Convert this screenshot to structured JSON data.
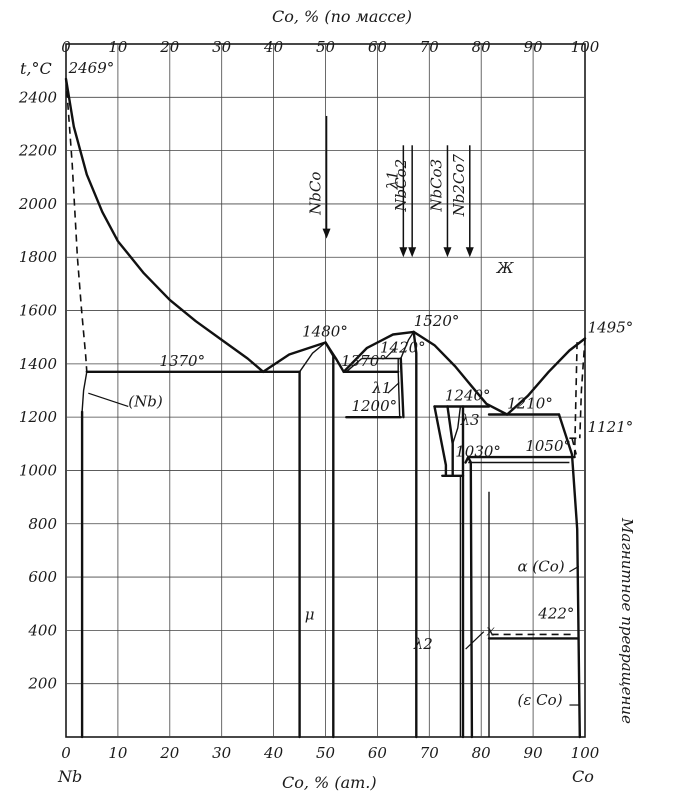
{
  "top_axis": {
    "title": "Co, % (по массе)",
    "ticks": [
      {
        "v": 0,
        "label": "0"
      },
      {
        "v": 10,
        "label": "10"
      },
      {
        "v": 20,
        "label": "20"
      },
      {
        "v": 30,
        "label": "30"
      },
      {
        "v": 40,
        "label": "40"
      },
      {
        "v": 50,
        "label": "50"
      },
      {
        "v": 60,
        "label": "60"
      },
      {
        "v": 70,
        "label": "70"
      },
      {
        "v": 80,
        "label": "80"
      },
      {
        "v": 90,
        "label": "90"
      },
      {
        "v": 100,
        "label": "100"
      }
    ]
  },
  "bottom_axis": {
    "title": "Co, % (ат.)",
    "ticks": [
      {
        "v": 0,
        "label": "0"
      },
      {
        "v": 10,
        "label": "10"
      },
      {
        "v": 20,
        "label": "20"
      },
      {
        "v": 30,
        "label": "30"
      },
      {
        "v": 40,
        "label": "40"
      },
      {
        "v": 50,
        "label": "50"
      },
      {
        "v": 60,
        "label": "60"
      },
      {
        "v": 70,
        "label": "70"
      },
      {
        "v": 80,
        "label": "80"
      },
      {
        "v": 90,
        "label": "90"
      },
      {
        "v": 100,
        "label": "100"
      }
    ],
    "left_element": "Nb",
    "right_element": "Co"
  },
  "left_axis": {
    "title": "t,°C",
    "ticks": [
      {
        "v": 200,
        "label": "200"
      },
      {
        "v": 400,
        "label": "400"
      },
      {
        "v": 600,
        "label": "600"
      },
      {
        "v": 800,
        "label": "800"
      },
      {
        "v": 1000,
        "label": "1000"
      },
      {
        "v": 1200,
        "label": "1200"
      },
      {
        "v": 1400,
        "label": "1400"
      },
      {
        "v": 1600,
        "label": "1600"
      },
      {
        "v": 1800,
        "label": "1800"
      },
      {
        "v": 2000,
        "label": "2000"
      },
      {
        "v": 2200,
        "label": "2200"
      },
      {
        "v": 2400,
        "label": "2400"
      }
    ],
    "range": [
      0,
      2600
    ]
  },
  "x_range": [
    0,
    100
  ],
  "temperature_labels": [
    {
      "text": "2469°",
      "co": 0.5,
      "t": 2469
    },
    {
      "text": "1370°",
      "co": 18,
      "t": 1370
    },
    {
      "text": "1480°",
      "co": 45.5,
      "t": 1480
    },
    {
      "text": "1420°",
      "co": 60.5,
      "t": 1420
    },
    {
      "text": "1520°",
      "co": 67,
      "t": 1520
    },
    {
      "text": "1495°",
      "co": 100.5,
      "t": 1495
    },
    {
      "text": "1370°",
      "co": 53,
      "t": 1370
    },
    {
      "text": "1240°",
      "co": 73,
      "t": 1240
    },
    {
      "text": "1200°",
      "co": 55,
      "t": 1200
    },
    {
      "text": "1210°",
      "co": 85,
      "t": 1210
    },
    {
      "text": "1050°",
      "co": 88.5,
      "t": 1050
    },
    {
      "text": "1121°",
      "co": 100.5,
      "t": 1121
    },
    {
      "text": "1030°",
      "co": 75,
      "t": 1030
    },
    {
      "text": "422°",
      "co": 91,
      "t": 422
    }
  ],
  "phase_labels": [
    {
      "text": "Ж",
      "co": 83,
      "t": 1740
    },
    {
      "text": "(Nb)",
      "co": 12,
      "t": 1240
    },
    {
      "text": "λ1",
      "co": 59,
      "t": 1290
    },
    {
      "text": "λ3",
      "co": 76,
      "t": 1170
    },
    {
      "text": "μ",
      "co": 46,
      "t": 440
    },
    {
      "text": "λ2",
      "co": 67,
      "t": 330
    },
    {
      "text": "x",
      "co": 81,
      "t": 380
    },
    {
      "text": "α (Co)",
      "co": 87,
      "t": 620
    },
    {
      "text": "(ε Co)",
      "co": 87,
      "t": 120
    }
  ],
  "compound_arrows": [
    {
      "text": "NbCo",
      "co": 50.2,
      "top_t": 2330,
      "tip_t": 1870,
      "label_t": 2040
    },
    {
      "text": "λ1",
      "co": 65,
      "top_t": 2220,
      "tip_t": 1800,
      "label_t": 2090
    },
    {
      "text": "NbCo2",
      "co": 66.7,
      "top_t": 2220,
      "tip_t": 1800,
      "label_t": 2070
    },
    {
      "text": "NbCo3",
      "co": 73.5,
      "top_t": 2220,
      "tip_t": 1800,
      "label_t": 2070
    },
    {
      "text": "Nb2Co7",
      "co": 77.8,
      "top_t": 2220,
      "tip_t": 1800,
      "label_t": 2070
    }
  ],
  "side_note": "Магнитное превращение"
}
